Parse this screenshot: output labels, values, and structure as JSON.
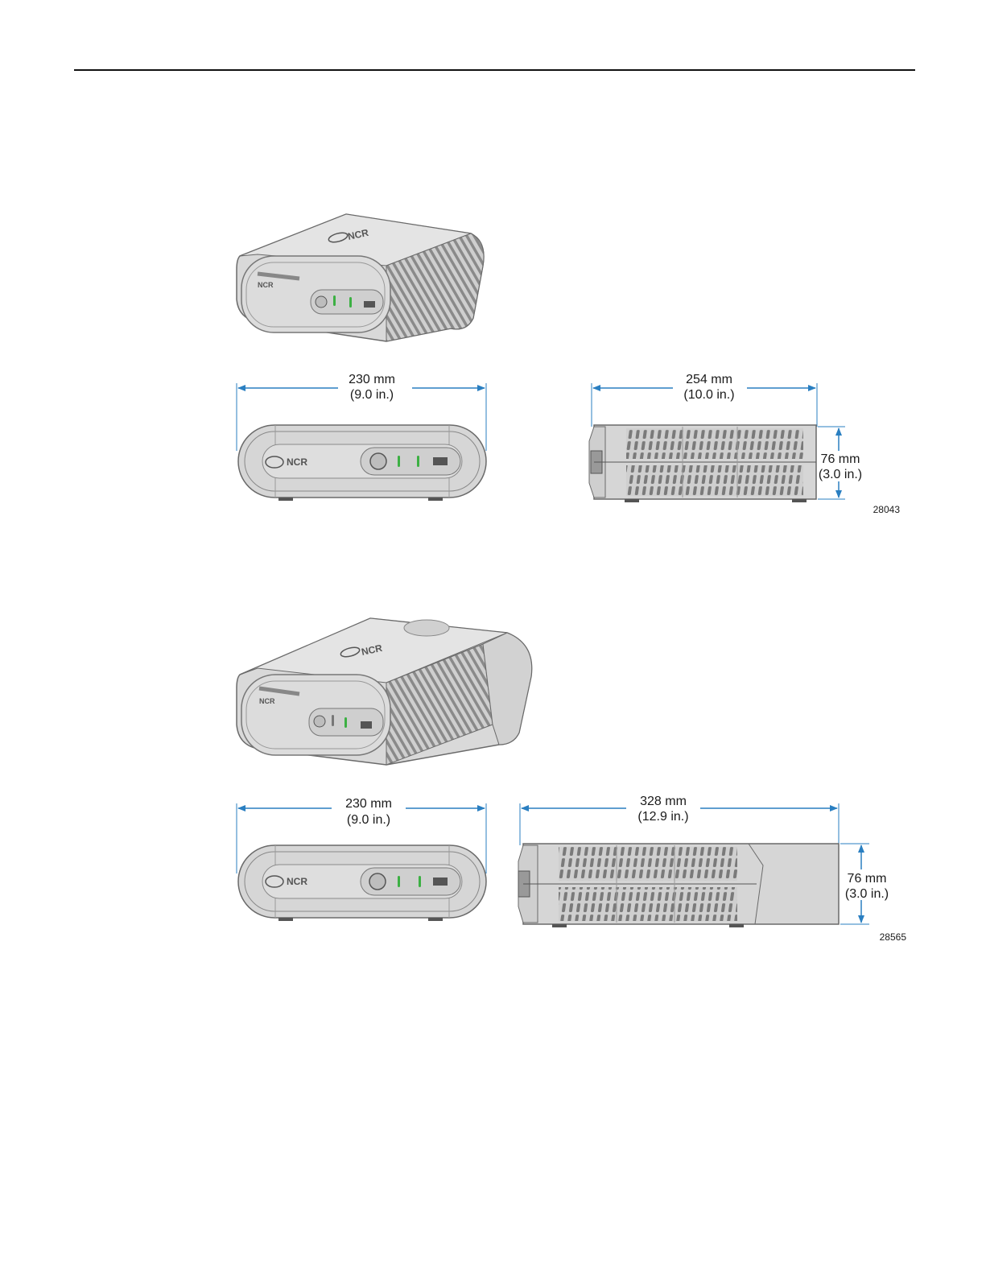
{
  "figure_1": {
    "iso_logo": "NCR",
    "front_logo": "NCR",
    "front_width": {
      "mm": "230 mm",
      "in": "(9.0 in.)"
    },
    "side_depth": {
      "mm": "254 mm",
      "in": "(10.0 in.)"
    },
    "side_height": {
      "mm": "76 mm",
      "in": "(3.0 in.)"
    },
    "figure_id": "28043"
  },
  "figure_2": {
    "iso_logo": "NCR",
    "front_logo": "NCR",
    "front_width": {
      "mm": "230 mm",
      "in": "(9.0 in.)"
    },
    "side_depth": {
      "mm": "328 mm",
      "in": "(12.9 in.)"
    },
    "side_height": {
      "mm": "76 mm",
      "in": "(3.0 in.)"
    },
    "figure_id": "28565"
  },
  "colors": {
    "dimension_line": "#2a7fc1",
    "device_body": "#d6d6d6",
    "device_outline": "#6a6a6a",
    "led": "#3cb043"
  }
}
